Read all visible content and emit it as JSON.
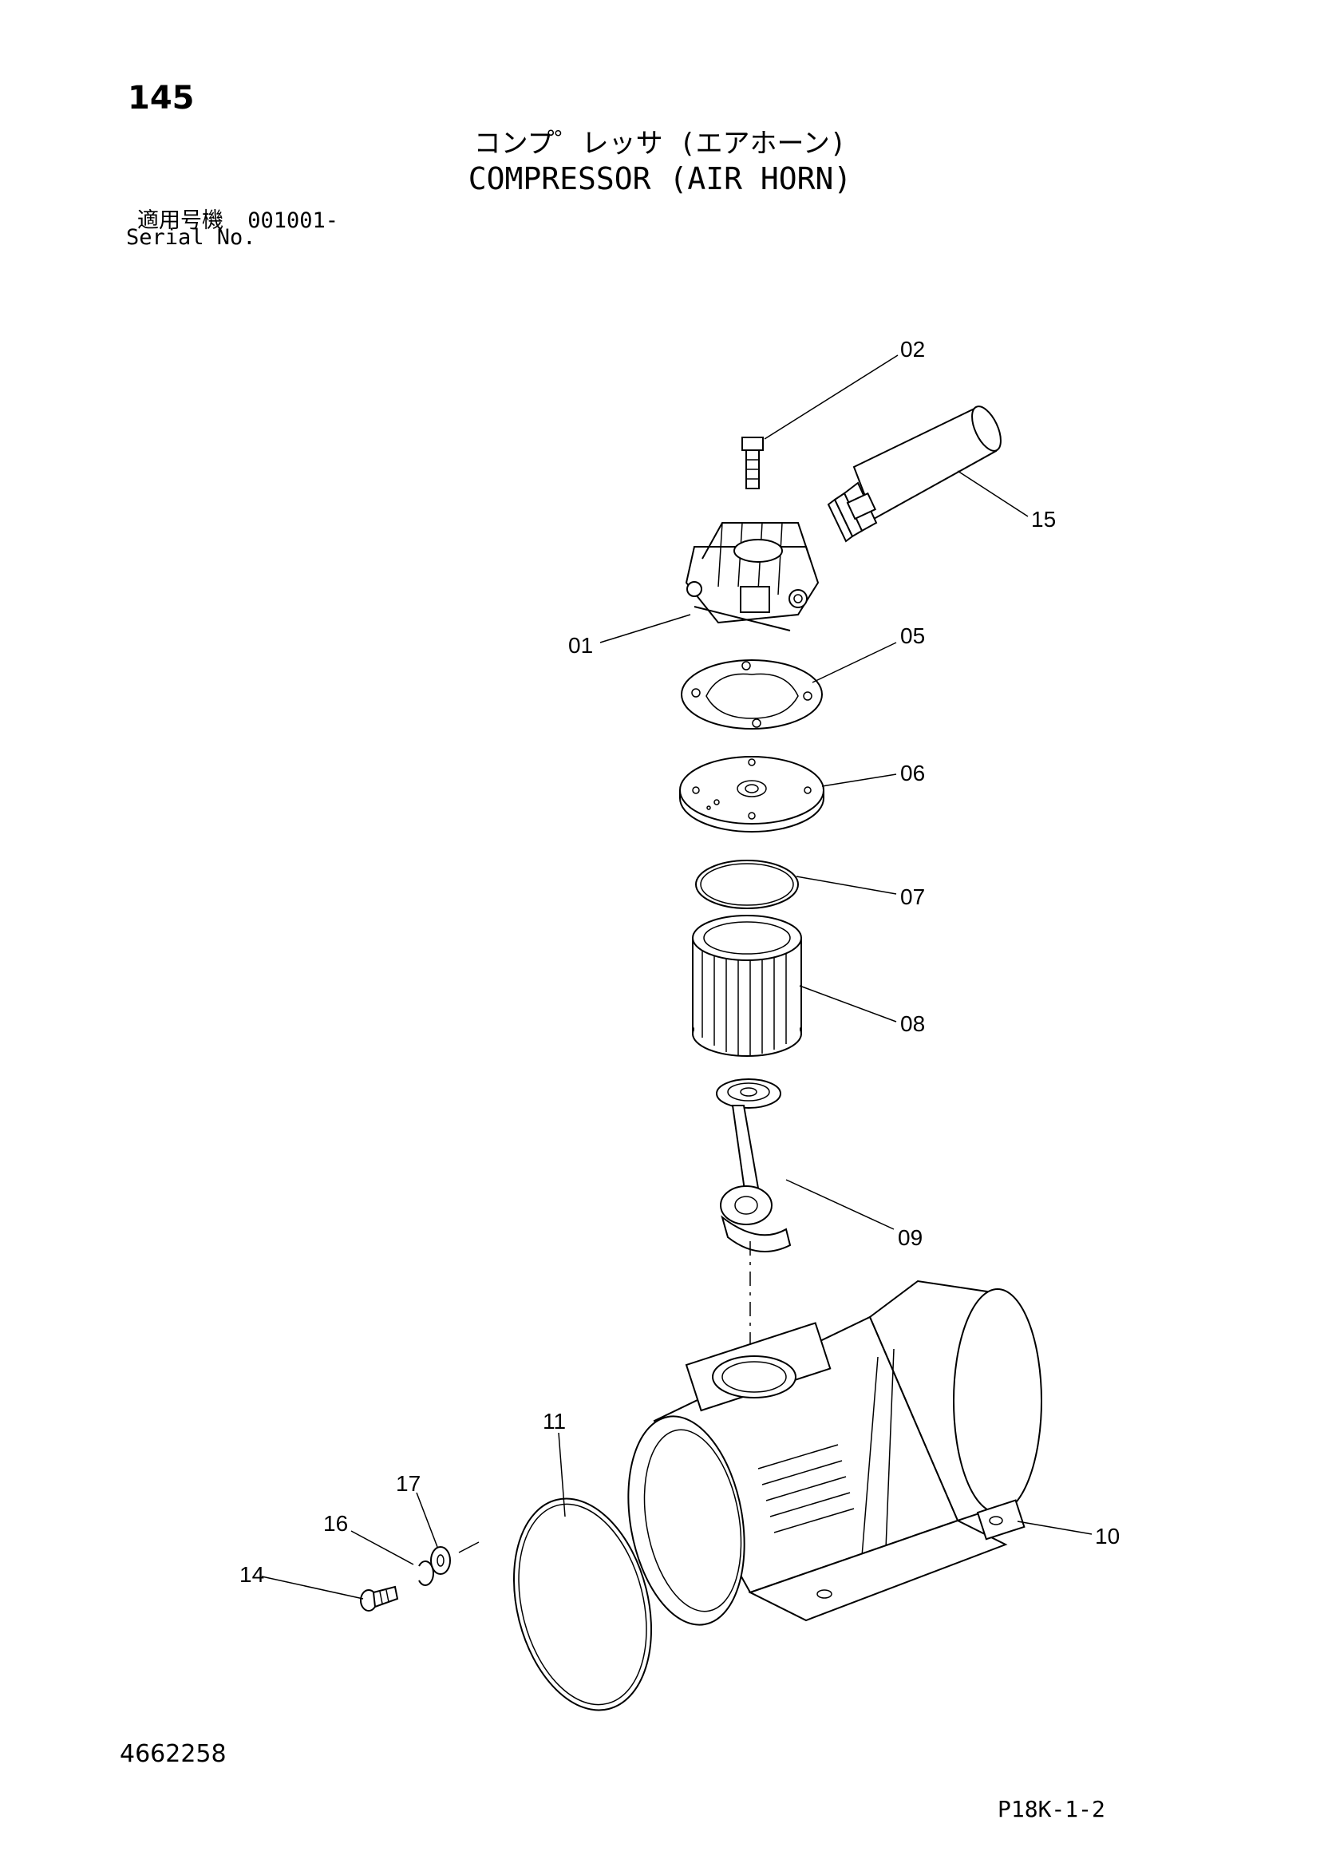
{
  "header": {
    "page_number": "145",
    "title_jp": "コンプ゜レッサ (エアホーン)",
    "title_en": "COMPRESSOR (AIR HORN)",
    "serial_label_jp": "適用号機",
    "serial_label_en": "Serial No.",
    "serial_value": "001001-"
  },
  "callouts": {
    "c01": "01",
    "c02": "02",
    "c05": "05",
    "c06": "06",
    "c07": "07",
    "c08": "08",
    "c09": "09",
    "c10": "10",
    "c11": "11",
    "c14": "14",
    "c15": "15",
    "c16": "16",
    "c17": "17"
  },
  "footer": {
    "doc_number": "4662258",
    "page_code": "P18K-1-2"
  }
}
